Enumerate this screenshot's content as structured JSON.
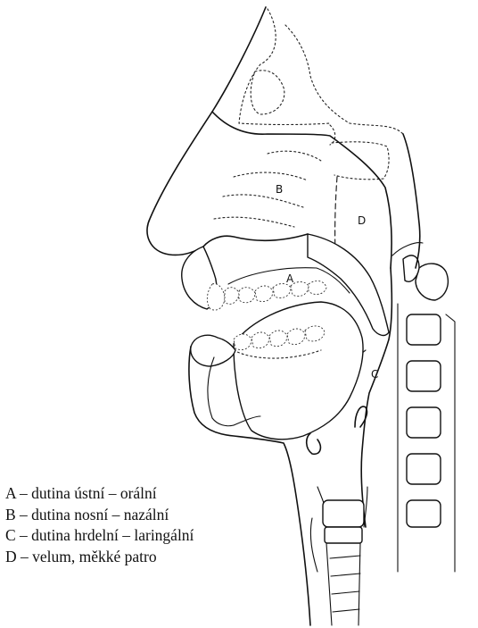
{
  "diagram": {
    "region_labels": {
      "a": "A",
      "b": "B",
      "c": "C",
      "d": "D"
    }
  },
  "legend": {
    "items": [
      "A – dutina ústní – orální",
      "B – dutina nosní – nazální",
      "C – dutina hrdelní – laringální",
      "D – velum, měkké patro"
    ]
  }
}
